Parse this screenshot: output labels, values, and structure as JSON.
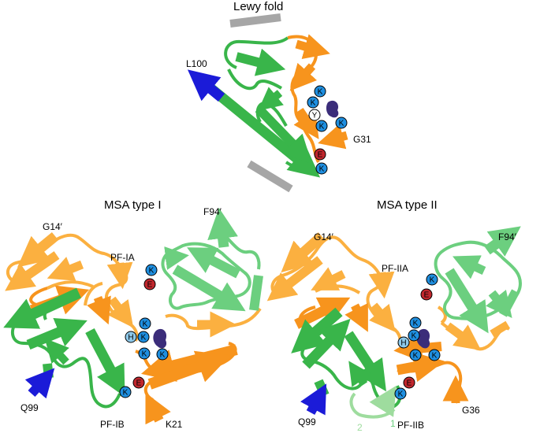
{
  "colors": {
    "orange": "#f7941d",
    "light_orange": "#fbb040",
    "green": "#39b54a",
    "light_green": "#6ccf7f",
    "pale_green": "#9edc9e",
    "blue": "#1b1bd8",
    "residue_blue": "#1f8fe0",
    "residue_red": "#c1272d",
    "histidine": "#8ec9ea",
    "ligand": "#3b2d7a",
    "gray": "#a6a6a6"
  },
  "panels": {
    "lewy": {
      "title": "Lewy fold",
      "labels": {
        "n_term": "L100",
        "c_term": "G31"
      },
      "residues": [
        "K",
        "K",
        "Y",
        "K",
        "K",
        "E",
        "K"
      ]
    },
    "msa1": {
      "title": "MSA type I",
      "labels": {
        "g14": "G14′",
        "f94": "F94′",
        "pfa": "PF-IA",
        "pfb": "PF-IB",
        "q99": "Q99",
        "k21": "K21"
      },
      "residues": [
        "K",
        "E",
        "K",
        "K",
        "H",
        "K",
        "K",
        "E",
        "K"
      ]
    },
    "msa2": {
      "title": "MSA type II",
      "labels": {
        "g14": "G14′",
        "f94": "F94′",
        "pfa": "PF-IIA",
        "pfb": "PF-IIB",
        "q99": "Q99",
        "g36": "G36",
        "n1": "1",
        "n2": "2"
      },
      "residues": [
        "K",
        "E",
        "K",
        "K",
        "H",
        "K",
        "K",
        "E",
        "K"
      ]
    }
  }
}
